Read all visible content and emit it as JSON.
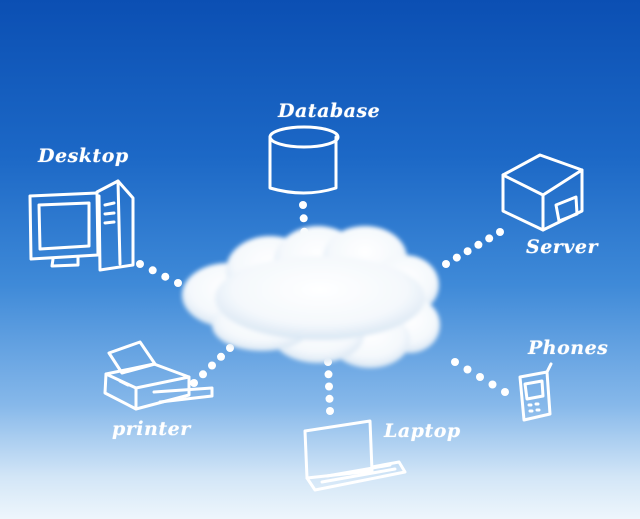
{
  "diagram": {
    "colors": {
      "line": "#ffffff",
      "sky_top": "#0b4fb3",
      "sky_bottom": "#eef6fc"
    },
    "nodes": [
      {
        "id": "database",
        "label": "Database",
        "icon": "database-icon"
      },
      {
        "id": "desktop",
        "label": "Desktop",
        "icon": "desktop-computer-icon"
      },
      {
        "id": "server",
        "label": "Server",
        "icon": "server-icon"
      },
      {
        "id": "phones",
        "label": "Phones",
        "icon": "mobile-phone-icon"
      },
      {
        "id": "laptop",
        "label": "Laptop",
        "icon": "laptop-icon"
      },
      {
        "id": "printer",
        "label": "printer",
        "icon": "printer-icon"
      }
    ],
    "hub": {
      "icon": "cloud-icon"
    }
  }
}
